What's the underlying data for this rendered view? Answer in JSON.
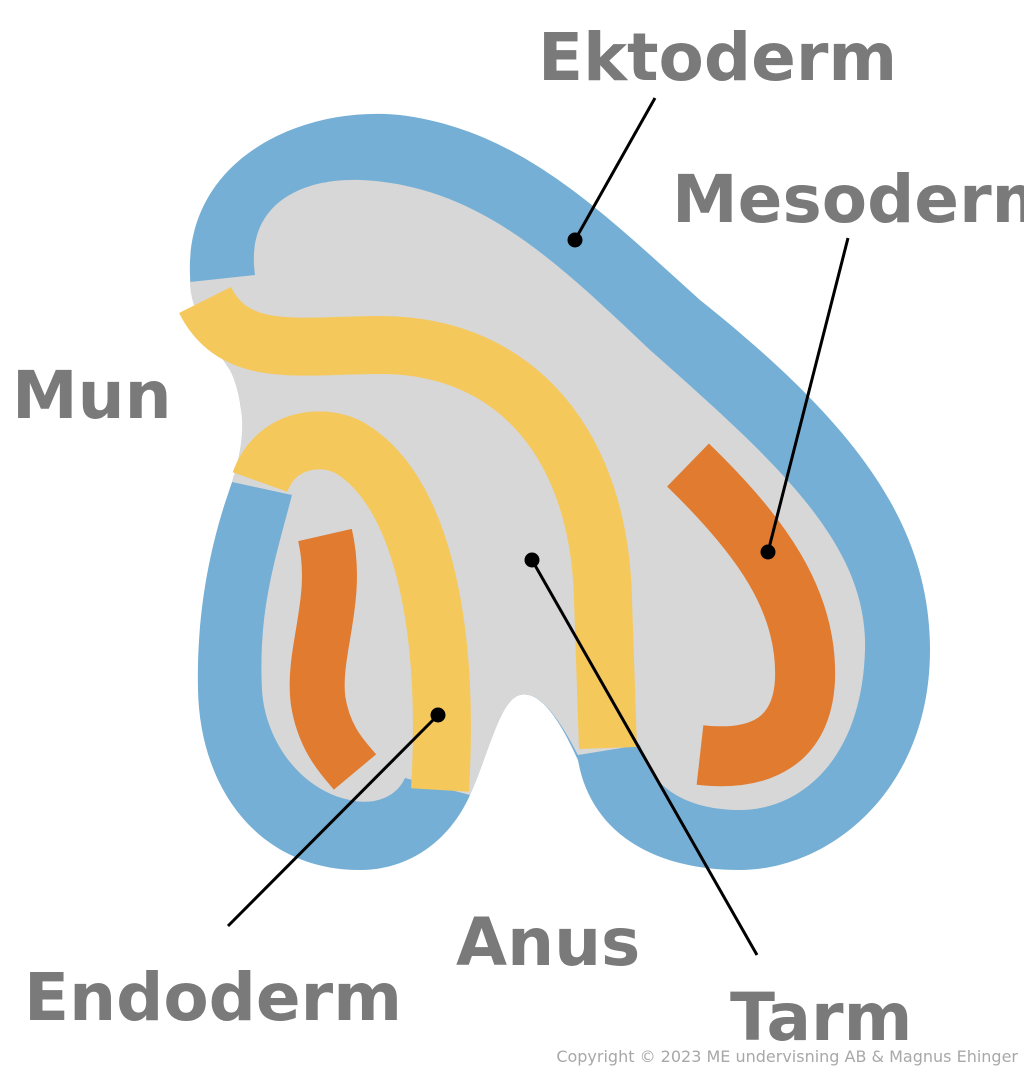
{
  "labels": {
    "ectoderm": "Ektoderm",
    "mesoderm": "Mesoderm",
    "mouth": "Mun",
    "endoderm": "Endoderm",
    "anus": "Anus",
    "gut": "Tarm"
  },
  "copyright": "Copyright © 2023 ME undervisning AB & Magnus Ehinger",
  "colors": {
    "ectoderm": "#75afd5",
    "mesoderm": "#e07b30",
    "endoderm": "#f5c85c",
    "body": "#d7d7d7",
    "label": "#7a7a7a"
  }
}
